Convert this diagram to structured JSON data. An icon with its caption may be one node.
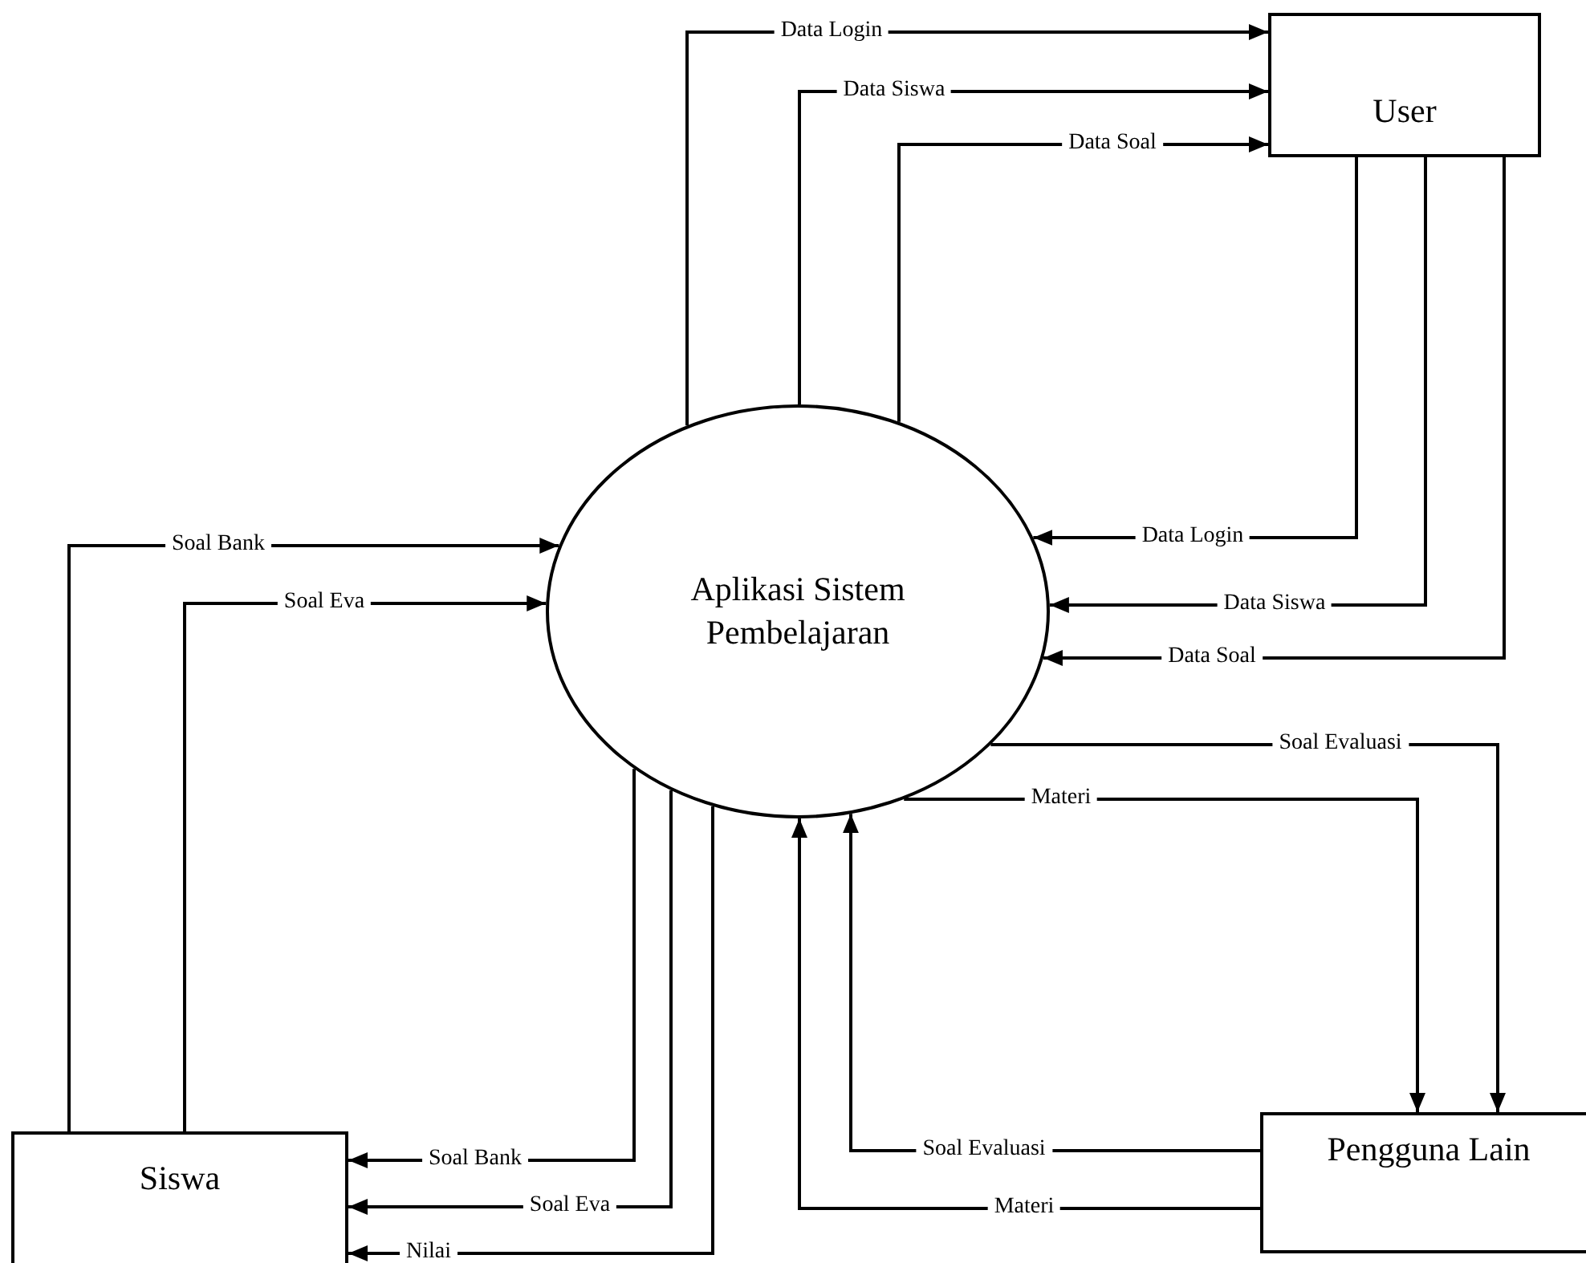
{
  "diagram": {
    "nodes": [
      {
        "text": [
          "User"
        ]
      },
      {
        "text": [
          "Aplikasi Sistem Pembelajaran"
        ]
      },
      {
        "text": [
          "Siswa"
        ]
      },
      {
        "text": [
          "Pengguna Lain"
        ]
      }
    ],
    "edges": [
      {
        "from": 1,
        "to": 0,
        "arrow": "to",
        "label": "Data Login"
      },
      {
        "from": 1,
        "to": 0,
        "arrow": "to",
        "label": "Data Siswa"
      },
      {
        "from": 1,
        "to": 0,
        "arrow": "to",
        "label": "Data Soal"
      },
      {
        "from": 0,
        "to": 1,
        "arrow": "to",
        "label": "Data Login"
      },
      {
        "from": 0,
        "to": 1,
        "arrow": "to",
        "label": "Data Siswa"
      },
      {
        "from": 0,
        "to": 1,
        "arrow": "to",
        "label": "Data Soal"
      },
      {
        "from": 1,
        "to": 3,
        "arrow": "to",
        "label": "Soal Evaluasi"
      },
      {
        "from": 1,
        "to": 3,
        "arrow": "to",
        "label": "Materi"
      },
      {
        "from": 3,
        "to": 1,
        "arrow": "to",
        "label": "Soal Evaluasi"
      },
      {
        "from": 3,
        "to": 1,
        "arrow": "to",
        "label": "Materi"
      },
      {
        "from": 1,
        "to": 2,
        "arrow": "to",
        "label": "Soal Bank"
      },
      {
        "from": 1,
        "to": 2,
        "arrow": "to",
        "label": "Soal Eva"
      },
      {
        "from": 1,
        "to": 2,
        "arrow": "to",
        "label": "Nilai"
      },
      {
        "from": 2,
        "to": 1,
        "arrow": "to",
        "label": "Soal Bank"
      },
      {
        "from": 2,
        "to": 1,
        "arrow": "to",
        "label": "Soal Eva"
      }
    ]
  }
}
